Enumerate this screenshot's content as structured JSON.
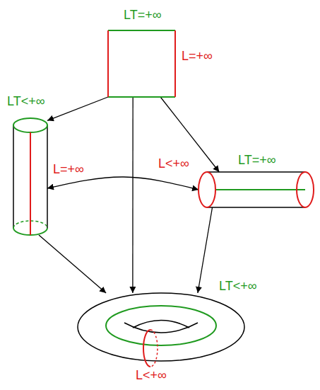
{
  "diagram": {
    "nodes": [
      {
        "text": [
          "LT=+∞",
          "L=+∞"
        ]
      },
      {
        "text": [
          "LT<+∞",
          "L=+∞"
        ]
      },
      {
        "text": [
          "LT=+∞",
          "L<+∞"
        ]
      },
      {
        "text": [
          "LT<+∞",
          "L<+∞"
        ]
      }
    ],
    "edges": [
      {
        "from": 0,
        "to": 1,
        "arrow": "to"
      },
      {
        "from": 0,
        "to": 2,
        "arrow": "to"
      },
      {
        "from": 0,
        "to": 3,
        "arrow": "to"
      },
      {
        "from": 1,
        "to": 2,
        "arrow": "both"
      },
      {
        "from": 1,
        "to": 3,
        "arrow": "to"
      },
      {
        "from": 2,
        "to": 3,
        "arrow": "to"
      }
    ]
  }
}
